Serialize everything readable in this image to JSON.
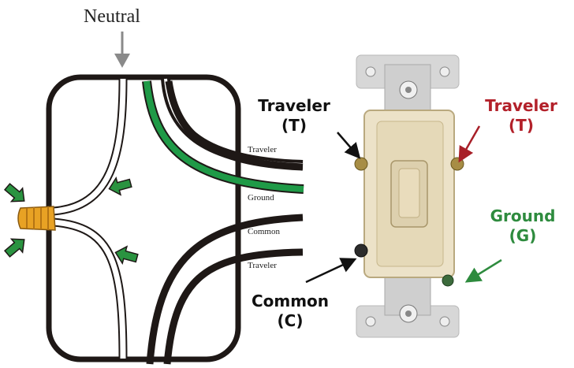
{
  "labels": {
    "neutral": "Neutral",
    "wire_traveler_top": "Traveler",
    "wire_ground": "Ground",
    "wire_common": "Common",
    "wire_traveler_bottom": "Traveler",
    "left_traveler_line1": "Traveler",
    "left_traveler_line2": "(T)",
    "right_traveler_line1": "Traveler",
    "right_traveler_line2": "(T)",
    "ground_line1": "Ground",
    "ground_line2": "(G)",
    "common_line1": "Common",
    "common_line2": "(C)"
  },
  "colors": {
    "black_wire": "#1e1816",
    "white_wire": "#ffffff",
    "ground_wire": "#1f9a47",
    "arrow_green": "#2a9340",
    "wire_nut": "#e8a224",
    "traveler_right_text": "#b3212a",
    "ground_text": "#2e8b3e",
    "switch_body": "#ece2c8",
    "switch_toggle": "#ddd0ae",
    "metal_strap": "#d7d7d7"
  }
}
